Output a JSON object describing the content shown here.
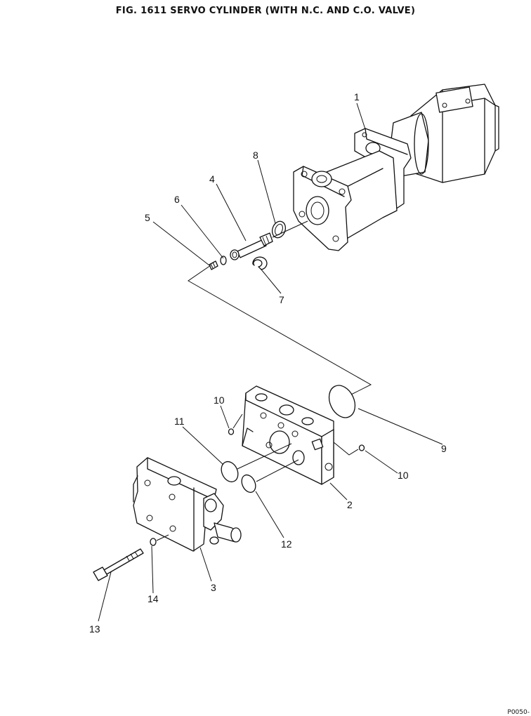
{
  "figure": {
    "title": "FIG. 1611   SERVO CYLINDER (WITH N.C. AND C.O. VALVE)",
    "page_code": "P0050-"
  },
  "callouts": {
    "c1": "1",
    "c2": "2",
    "c3": "3",
    "c4": "4",
    "c5": "5",
    "c6": "6",
    "c7": "7",
    "c8": "8",
    "c9": "9",
    "c10a": "10",
    "c10b": "10",
    "c11": "11",
    "c12": "12",
    "c13": "13",
    "c14": "14"
  }
}
